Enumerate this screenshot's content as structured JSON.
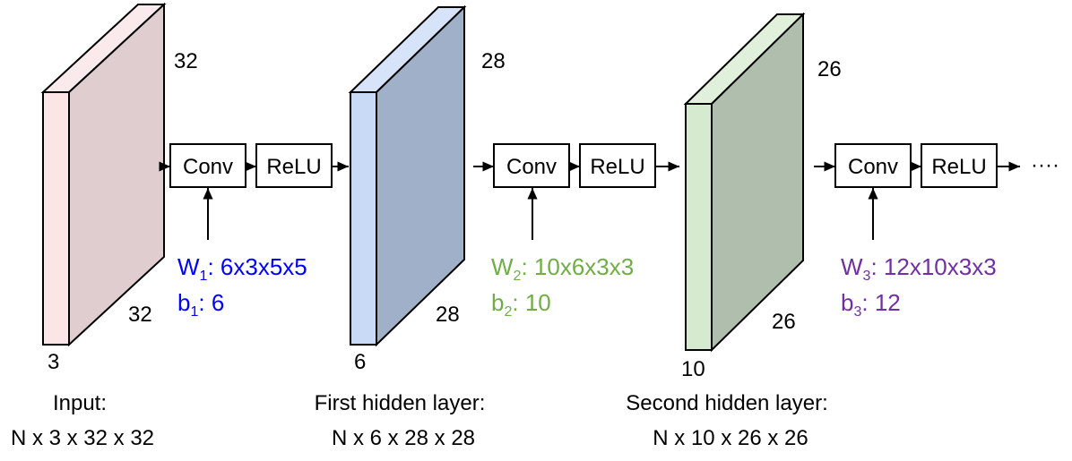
{
  "colors": {
    "layer0": {
      "front": "#fbe5e7",
      "side": "#dfcdcf",
      "top": "#fbeaec"
    },
    "layer1": {
      "front": "#c9daf6",
      "side": "#a0b0c8",
      "top": "#d6e3f9"
    },
    "layer2": {
      "front": "#d6ead0",
      "side": "#b0bfad",
      "top": "#e0f0da"
    },
    "w1": "#0000ff",
    "w2": "#70ad47",
    "w3": "#7030a0"
  },
  "layers": [
    {
      "depth_label": "3",
      "height_label": "32",
      "width_label": "32",
      "caption_line1": "Input:",
      "caption_line2": "N x 3 x 32 x 32"
    },
    {
      "depth_label": "6",
      "height_label": "28",
      "width_label": "28",
      "caption_line1": "First hidden layer:",
      "caption_line2": "N x 6 x 28 x 28"
    },
    {
      "depth_label": "10",
      "height_label": "26",
      "width_label": "26",
      "caption_line1": "Second hidden layer:",
      "caption_line2": "N x 10 x 26 x 26"
    }
  ],
  "blocks": [
    {
      "conv_label": "Conv",
      "relu_label": "ReLU",
      "w_main": "W",
      "w_sub": "1",
      "w_value": ": 6x3x5x5",
      "b_main": "b",
      "b_sub": "1",
      "b_value": ": 6"
    },
    {
      "conv_label": "Conv",
      "relu_label": "ReLU",
      "w_main": "W",
      "w_sub": "2",
      "w_value": ": 10x6x3x3",
      "b_main": "b",
      "b_sub": "2",
      "b_value": ": 10"
    },
    {
      "conv_label": "Conv",
      "relu_label": "ReLU",
      "w_main": "W",
      "w_sub": "3",
      "w_value": ": 12x10x3x3",
      "b_main": "b",
      "b_sub": "3",
      "b_value": ": 12"
    }
  ],
  "ellipsis": "····"
}
